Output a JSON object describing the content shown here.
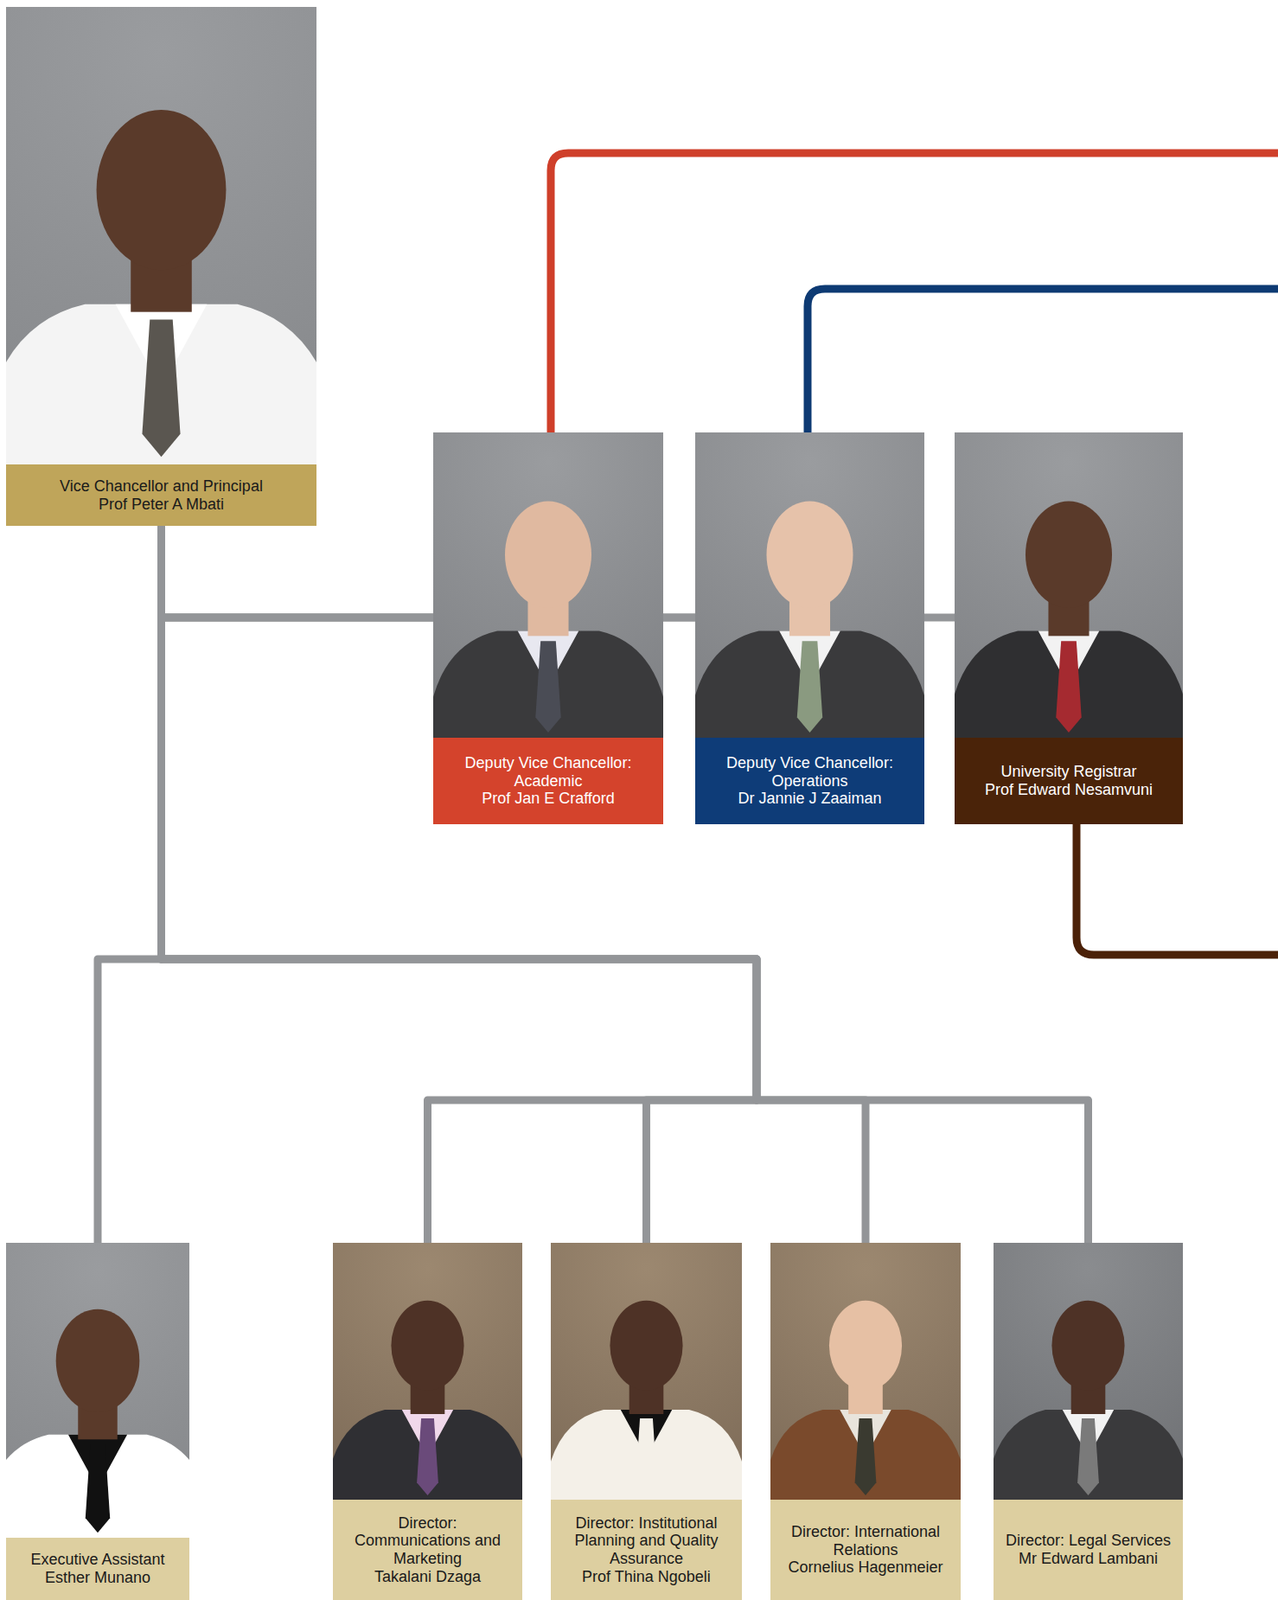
{
  "diagram": {
    "nodes": [
      {
        "text": [
          "Vice Chancellor and Principal",
          "Prof Peter A Mbati"
        ]
      },
      {
        "text": [
          "Deputy Vice Chancellor: Academic",
          "Prof Jan E Crafford"
        ]
      },
      {
        "text": [
          "Deputy Vice Chancellor: Operations",
          "Dr Jannie J Zaaiman"
        ]
      },
      {
        "text": [
          "University Registrar",
          "Prof Edward Nesamvuni"
        ]
      },
      {
        "text": [
          "Executive Assistant",
          "Esther Munano"
        ]
      },
      {
        "text": [
          "Director: Communications and Marketing",
          "Takalani Dzaga"
        ]
      },
      {
        "text": [
          "Director: Institutional Planning and Quality Assurance",
          "Prof Thina Ngobeli"
        ]
      },
      {
        "text": [
          "Director: International Relations",
          "Cornelius Hagenmeier"
        ]
      },
      {
        "text": [
          "Director: Legal Services",
          "Mr Edward Lambani"
        ]
      }
    ],
    "edges": [
      {
        "from": 0,
        "to": 1,
        "arrow": "none"
      },
      {
        "from": 0,
        "to": 2,
        "arrow": "none"
      },
      {
        "from": 0,
        "to": 3,
        "arrow": "none"
      },
      {
        "from": 0,
        "to": 4,
        "arrow": "none"
      },
      {
        "from": 0,
        "to": 5,
        "arrow": "none"
      },
      {
        "from": 0,
        "to": 6,
        "arrow": "none"
      },
      {
        "from": 0,
        "to": 7,
        "arrow": "none"
      },
      {
        "from": 0,
        "to": 8,
        "arrow": "none"
      }
    ]
  }
}
